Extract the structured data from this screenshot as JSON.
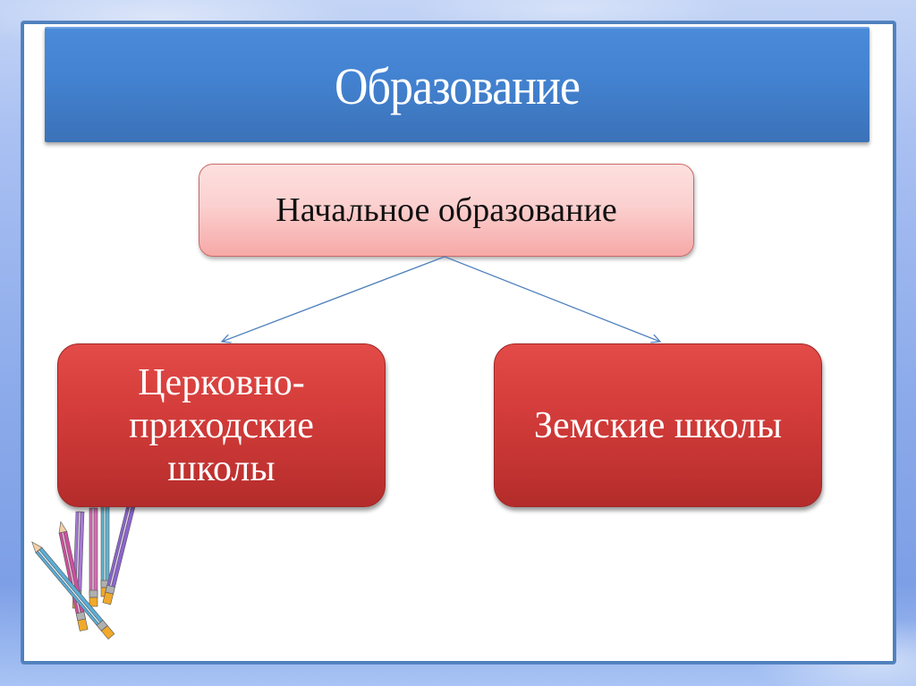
{
  "slide": {
    "title": "Образование",
    "colors": {
      "title_bar": "#4383d2",
      "frame_border": "#4f81bd",
      "top_node_fill": "#fbd0cf",
      "child_node_fill": "#d63e3c",
      "connector": "#4f81bd"
    }
  },
  "diagram": {
    "root": {
      "label": "Начальное образование"
    },
    "children": [
      {
        "label_lines": [
          "Церковно-",
          "приходские",
          "школы"
        ]
      },
      {
        "label": "Земские школы"
      }
    ]
  },
  "decoration": {
    "pencils_icon": "colored-pencils"
  }
}
